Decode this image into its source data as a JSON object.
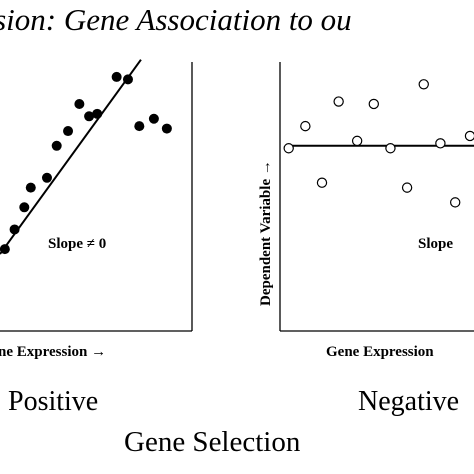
{
  "title": "ssion: Gene Association to ou",
  "left_panel": {
    "slope_label": "Slope ≠ 0",
    "xlabel": "ne Expression →"
  },
  "right_panel": {
    "slope_label": "Slope",
    "xlabel": "Gene Expression",
    "ylabel": "Dependent Variable →"
  },
  "bottom": {
    "positive": "Positive",
    "negative": "Negative",
    "gene_selection": "Gene Selection"
  },
  "chart_data": [
    {
      "type": "scatter",
      "marker": "filled",
      "x": [
        0.03,
        0.09,
        0.15,
        0.19,
        0.29,
        0.35,
        0.42,
        0.49,
        0.55,
        0.6,
        0.72,
        0.79,
        0.86,
        0.95,
        1.03
      ],
      "y": [
        0.28,
        0.36,
        0.45,
        0.53,
        0.57,
        0.7,
        0.76,
        0.87,
        0.82,
        0.83,
        0.98,
        0.97,
        0.78,
        0.81,
        0.77
      ],
      "trend": {
        "x": [
          0.0,
          0.87
        ],
        "y": [
          0.26,
          1.05
        ]
      }
    },
    {
      "type": "scatter",
      "marker": "open",
      "x": [
        0.02,
        0.11,
        0.2,
        0.29,
        0.39,
        0.48,
        0.57,
        0.66,
        0.75,
        0.84,
        0.92,
        1.0
      ],
      "y": [
        0.69,
        0.78,
        0.55,
        0.88,
        0.72,
        0.87,
        0.69,
        0.53,
        0.95,
        0.71,
        0.47,
        0.74
      ],
      "trend": {
        "x": [
          0.0,
          1.2
        ],
        "y": [
          0.7,
          0.7
        ]
      }
    }
  ]
}
